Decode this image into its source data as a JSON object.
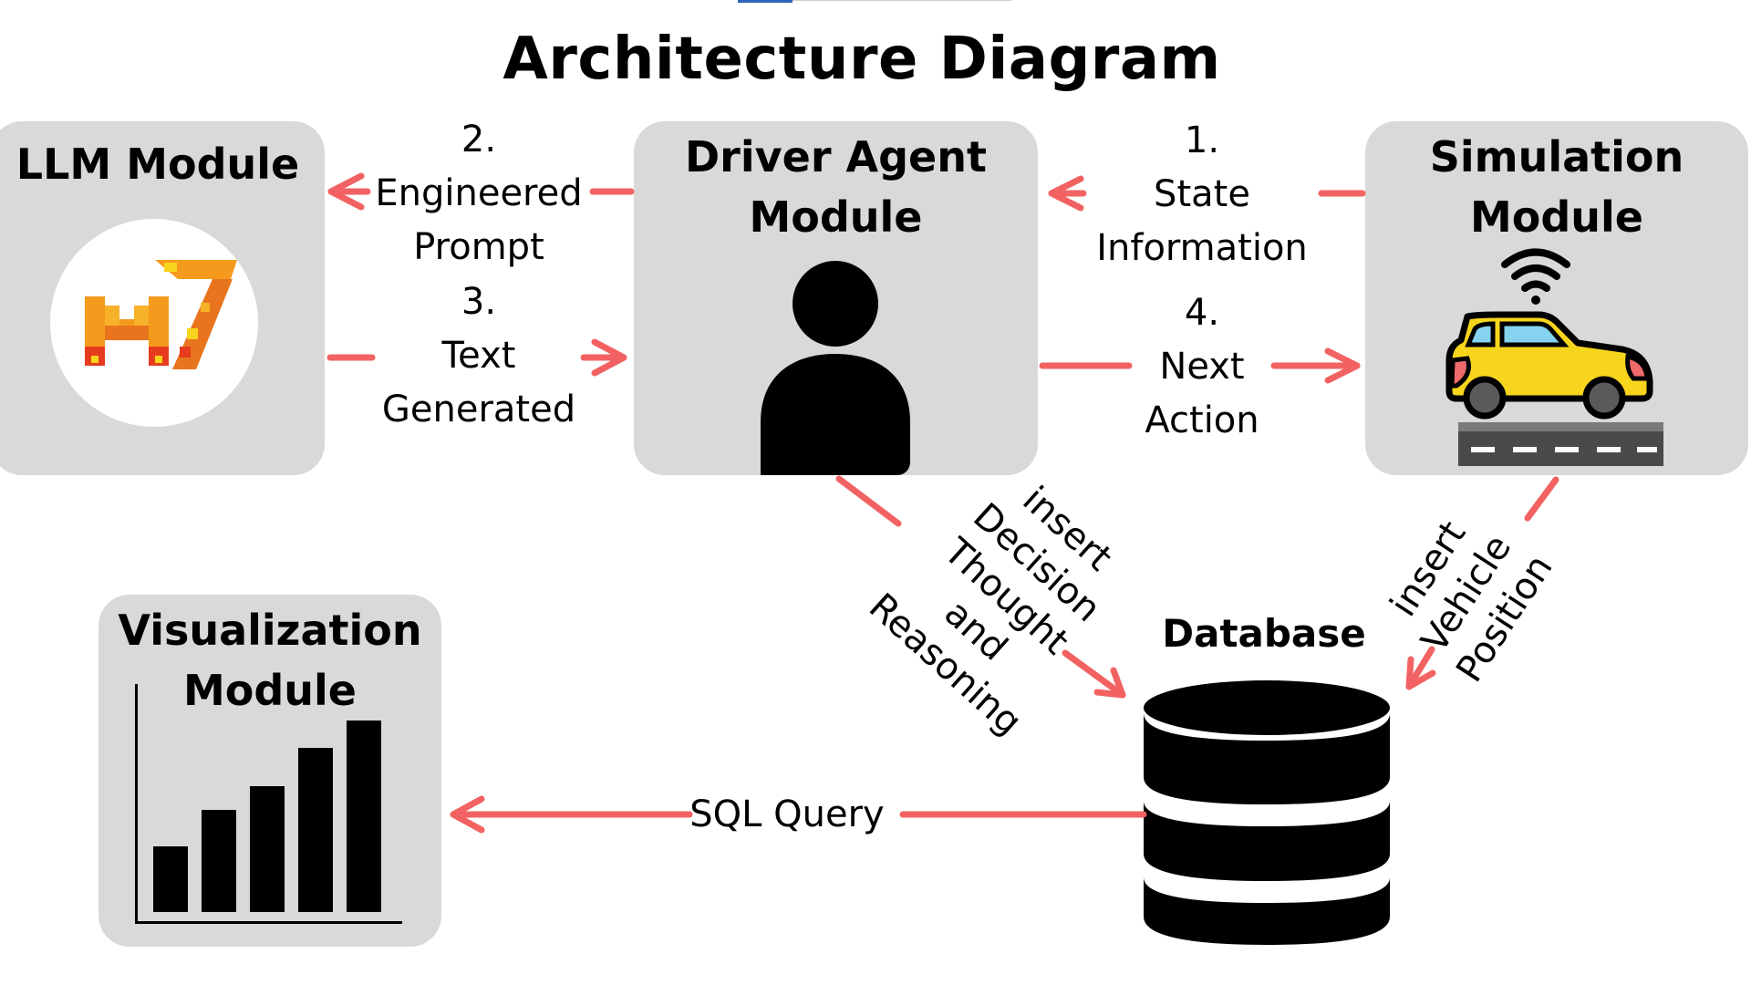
{
  "title": "Architecture Diagram",
  "modules": {
    "llm": {
      "title": "LLM Module",
      "icon": "mistral-logo-icon"
    },
    "driver": {
      "title": "Driver Agent\nModule",
      "icon": "person-icon"
    },
    "simulation": {
      "title": "Simulation\nModule",
      "icon": "connected-car-icon"
    },
    "visualization": {
      "title": "Visualization\nModule",
      "icon": "bar-chart-icon"
    },
    "database": {
      "title": "Database",
      "icon": "database-icon"
    }
  },
  "edges": {
    "engineered_prompt": "2.\nEngineered\nPrompt",
    "text_generated": "3.\nText\nGenerated",
    "state_information": "1.\nState\nInformation",
    "next_action": "4.\nNext\nAction",
    "insert_decision": "insert\nDecision\nThought\nand\nReasoning",
    "insert_vehicle": "insert\nVehicle\nPosition",
    "sql_query": "SQL Query"
  },
  "colors": {
    "arrow": "#f26262",
    "box": "#d9d9d9",
    "car_body": "#f7d51c",
    "car_window": "#86d3f0",
    "car_light": "#ef6a6a",
    "road": "#4a4a4a",
    "logo_orange": "#f59a1c",
    "logo_red": "#e63c1e"
  }
}
